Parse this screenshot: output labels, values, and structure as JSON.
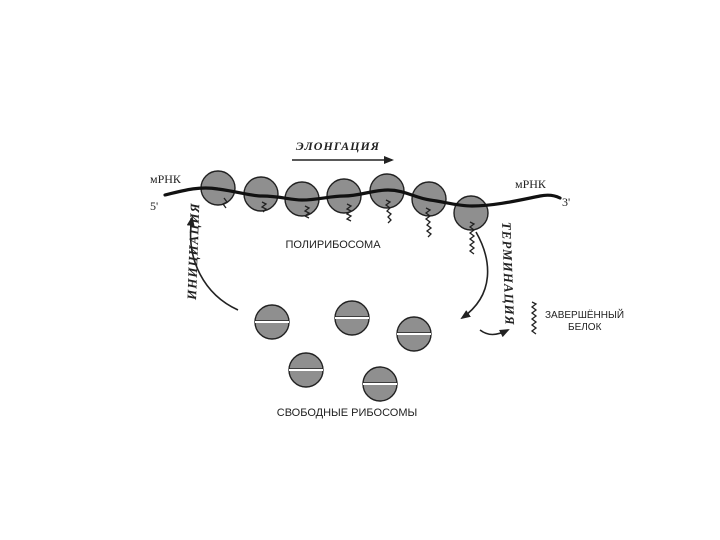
{
  "labels": {
    "elongation": "ЭЛОНГАЦИЯ",
    "mrna_left": "мРНК",
    "mrna_right": "мРНК",
    "five_prime": "5'",
    "three_prime": "3'",
    "polyribosome": "ПОЛИРИБОСОМА",
    "initiation": "ИНИЦИАЦИЯ",
    "termination": "ТЕРМИНАЦИЯ",
    "finished_protein_line1": "ЗАВЕРШЁННЫЙ",
    "finished_protein_line2": "БЕЛОК",
    "free_ribosomes": "СВОБОДНЫЕ РИБОСОМЫ"
  },
  "colors": {
    "ribosome_fill": "#8f8f8f",
    "ink": "#222222"
  }
}
